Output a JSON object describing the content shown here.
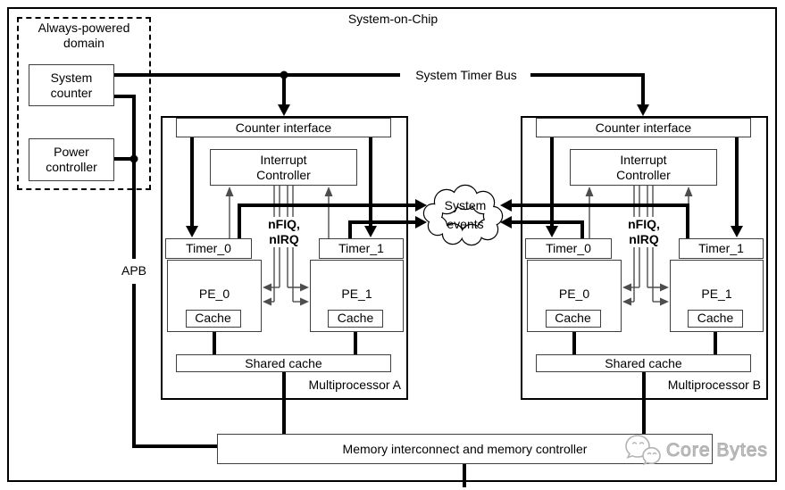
{
  "title": "System-on-Chip",
  "always_powered": {
    "label": "Always-powered domain",
    "system_counter": "System counter",
    "power_controller": "Power controller"
  },
  "buses": {
    "system_timer_bus": "System Timer Bus",
    "apb": "APB"
  },
  "cloud": {
    "line1": "System",
    "line2": "events"
  },
  "multiprocessors": [
    {
      "name": "Multiprocessor A",
      "counter_interface": "Counter interface",
      "interrupt_controller": "Interrupt Controller",
      "timer0": "Timer_0",
      "timer1": "Timer_1",
      "pe0": "PE_0",
      "pe1": "PE_1",
      "cache0": "Cache",
      "cache1": "Cache",
      "shared_cache": "Shared cache",
      "irq_line1": "nFIQ,",
      "irq_line2": "nIRQ"
    },
    {
      "name": "Multiprocessor B",
      "counter_interface": "Counter interface",
      "interrupt_controller": "Interrupt Controller",
      "timer0": "Timer_0",
      "timer1": "Timer_1",
      "pe0": "PE_0",
      "pe1": "PE_1",
      "cache0": "Cache",
      "cache1": "Cache",
      "shared_cache": "Shared cache",
      "irq_line1": "nFIQ,",
      "irq_line2": "nIRQ"
    }
  ],
  "memory_controller": {
    "label": "Memory interconnect and memory controller"
  },
  "watermark": {
    "label": "Core Bytes",
    "icon": "speech-bubbles-icon"
  },
  "colors": {
    "line": "#000000",
    "thin_line": "#4d4d4d",
    "box_border": "#3f3f3f",
    "background": "#ffffff",
    "watermark_gray": "#c9c9c9"
  }
}
